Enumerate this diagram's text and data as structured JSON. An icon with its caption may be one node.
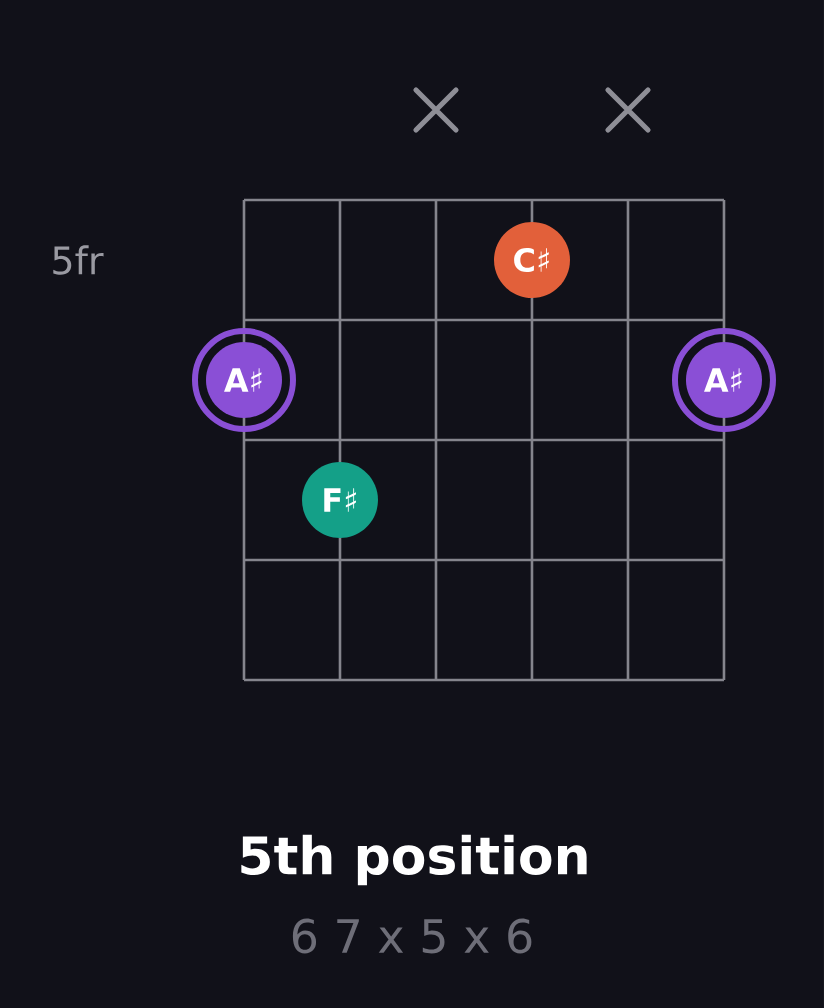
{
  "diagram": {
    "caption": "5th position",
    "nodes": [
      {
        "text": [
          "C♯"
        ]
      },
      {
        "text": [
          "A♯"
        ]
      },
      {
        "text": [
          "A♯"
        ]
      },
      {
        "text": [
          "F♯"
        ]
      }
    ],
    "labels": [
      "5fr",
      "6 7 x 5 x 6"
    ]
  }
}
